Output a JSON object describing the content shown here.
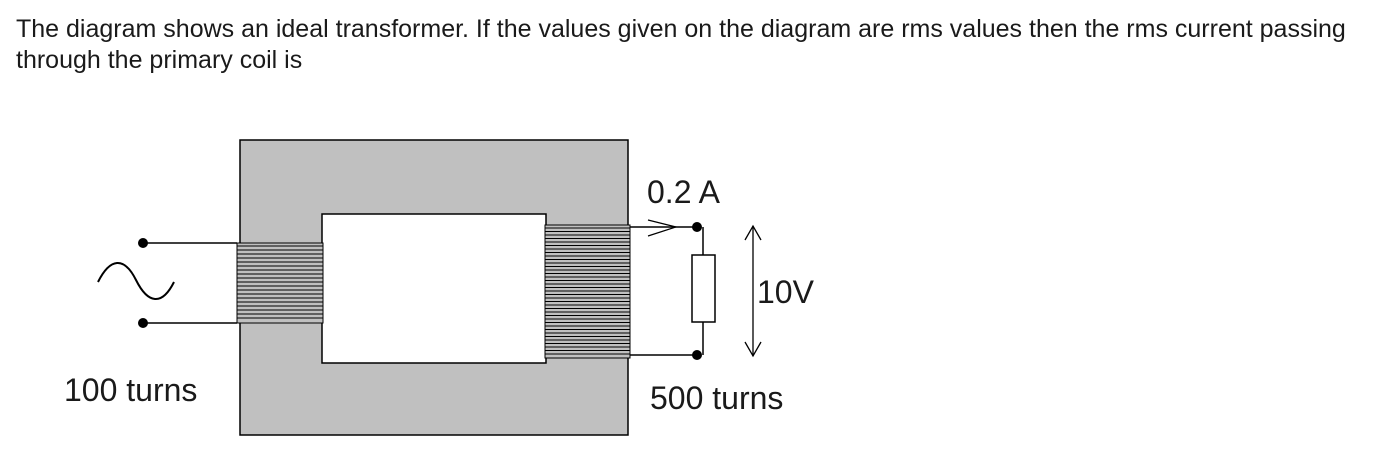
{
  "question": {
    "text": "The diagram shows an ideal transformer. If the values given on the diagram are rms values then the rms current passing through the primary coil is"
  },
  "diagram": {
    "primary_turns_label": "100 turns",
    "secondary_turns_label": "500 turns",
    "secondary_current_label": "0.2 A",
    "secondary_voltage_label": "10V",
    "colors": {
      "core": "#c0c0c0",
      "window": "#ffffff",
      "line": "#000000"
    }
  }
}
